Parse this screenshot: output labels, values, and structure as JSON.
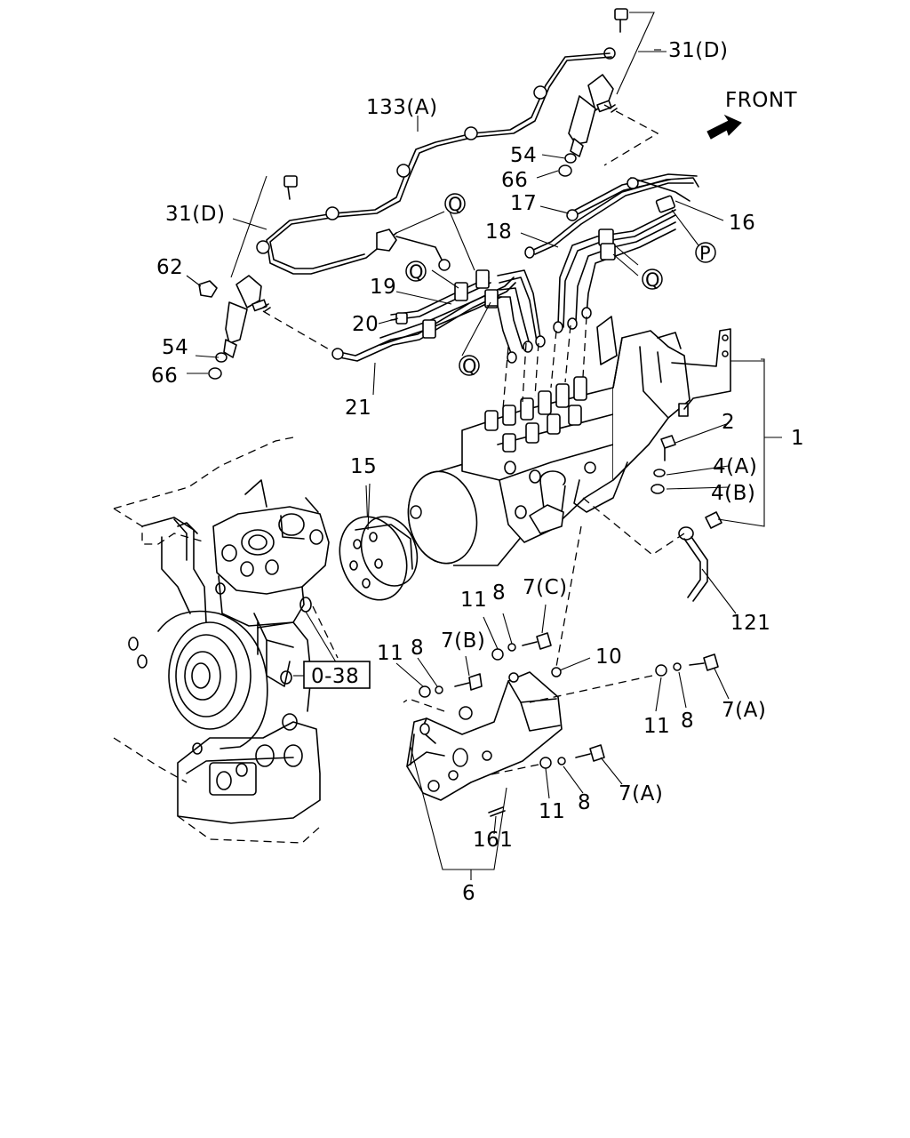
{
  "direction_label": "FRONT",
  "reference_box": "0-38",
  "callouts": {
    "c31d_top": "31(D)",
    "c133a": "133(A)",
    "c54_top": "54",
    "c66_top": "66",
    "c17": "17",
    "c16": "16",
    "c18": "18",
    "c31d_left": "31(D)",
    "c62": "62",
    "c19": "19",
    "c20": "20",
    "c54_left": "54",
    "c66_left": "66",
    "c21": "21",
    "c2": "2",
    "c1": "1",
    "c4a": "4(A)",
    "c4b": "4(B)",
    "c15": "15",
    "c121": "121",
    "c11_a": "11",
    "c8_a": "8",
    "c7c": "7(C)",
    "c11_b": "11",
    "c8_b": "8",
    "c7b": "7(B)",
    "c10": "10",
    "c11_c": "11",
    "c8_c": "8",
    "c7a_right": "7(A)",
    "c11_d": "11",
    "c8_d": "8",
    "c7a_low": "7(A)",
    "c161": "161",
    "c6": "6"
  },
  "circled_letters": {
    "q1": "Q",
    "q2": "Q",
    "q3": "Q",
    "q4": "Q",
    "p1": "P"
  }
}
